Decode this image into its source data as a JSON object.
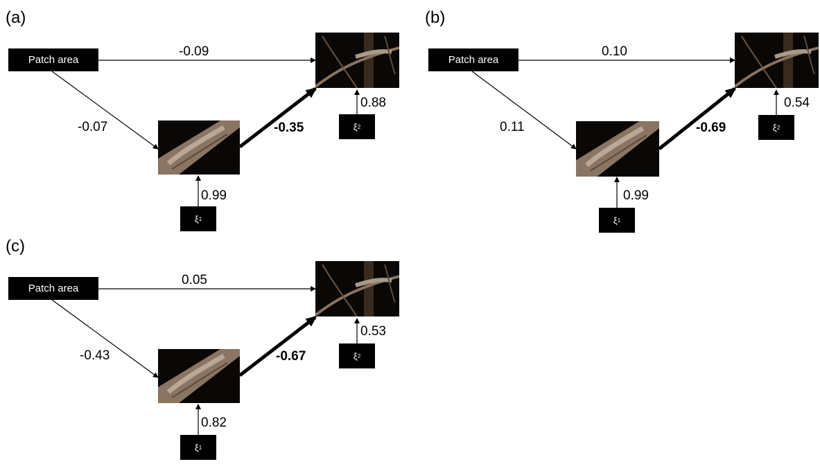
{
  "panels": [
    {
      "label": "(a)",
      "patch_area_label": "Patch area",
      "xi1_symbol": "ξ",
      "xi1_subscript": "1",
      "xi2_symbol": "ξ",
      "xi2_subscript": "2",
      "coef_patch_to_adult": "-0.09",
      "coef_patch_to_juvenile": "-0.07",
      "coef_juvenile_to_adult": "-0.35",
      "coef_xi1": "0.99",
      "coef_xi2": "0.88"
    },
    {
      "label": "(b)",
      "patch_area_label": "Patch area",
      "xi1_symbol": "ξ",
      "xi1_subscript": "1",
      "xi2_symbol": "ξ",
      "xi2_subscript": "2",
      "coef_patch_to_adult": "0.10",
      "coef_patch_to_juvenile": "0.11",
      "coef_juvenile_to_adult": "-0.69",
      "coef_xi1": "0.99",
      "coef_xi2": "0.54"
    },
    {
      "label": "(c)",
      "patch_area_label": "Patch area",
      "xi1_symbol": "ξ",
      "xi1_subscript": "1",
      "xi2_symbol": "ξ",
      "xi2_subscript": "2",
      "coef_patch_to_adult": "0.05",
      "coef_patch_to_juvenile": "-0.43",
      "coef_juvenile_to_adult": "-0.67",
      "coef_xi1": "0.82",
      "coef_xi2": "0.53"
    }
  ]
}
